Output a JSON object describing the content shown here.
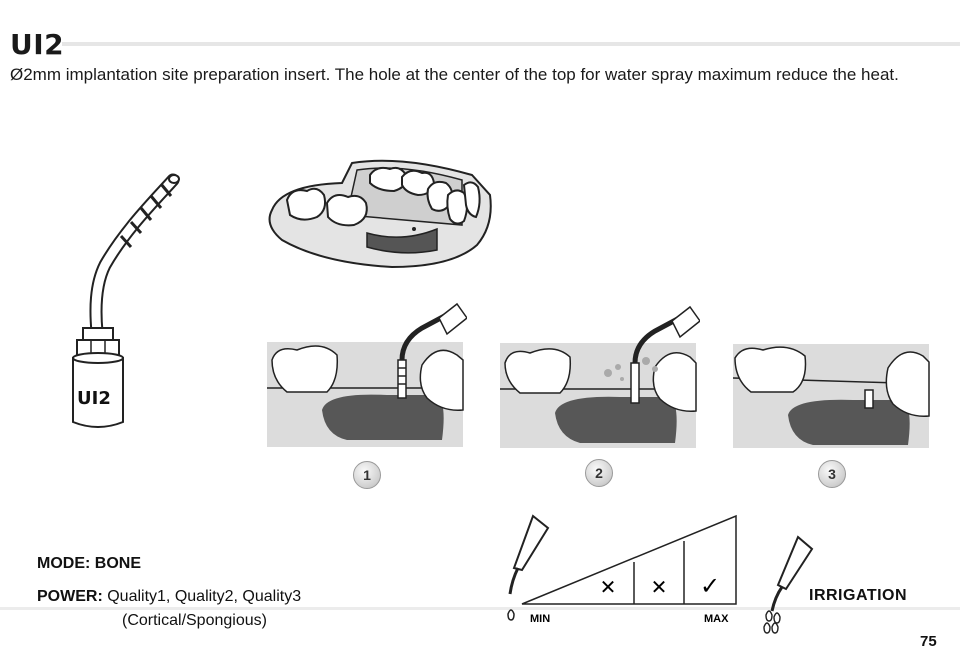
{
  "header": {
    "title": "UI2",
    "description": "Ø2mm implantation site preparation insert. The hole at the center of the top for water spray maximum reduce the heat."
  },
  "insert": {
    "label": "UI2"
  },
  "steps": [
    {
      "label": "1"
    },
    {
      "label": "2"
    },
    {
      "label": "3"
    }
  ],
  "settings": {
    "mode": "MODE: BONE",
    "power_label": "POWER:",
    "power_value": "Quality1,  Quality2,  Quality3",
    "power_sub": "(Cortical/Spongious)"
  },
  "power_scale": {
    "min_label": "MIN",
    "max_label": "MAX",
    "marks": [
      "✕",
      "✕",
      "✓"
    ]
  },
  "irrigation": {
    "label": "IRRIGATION"
  },
  "page_number": "75"
}
